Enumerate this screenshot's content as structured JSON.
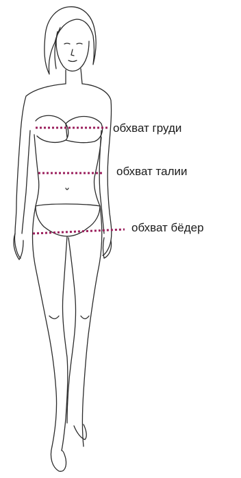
{
  "measurements": [
    {
      "key": "bust",
      "label": "обхват груди"
    },
    {
      "key": "waist",
      "label": "обхват талии"
    },
    {
      "key": "hips",
      "label": "обхват бёдер"
    }
  ],
  "colors": {
    "outline": "#2a2a2a",
    "measure_line": "#9b1f5c",
    "background": "#ffffff"
  },
  "icons": {
    "figure": "female-body-outline-icon"
  }
}
